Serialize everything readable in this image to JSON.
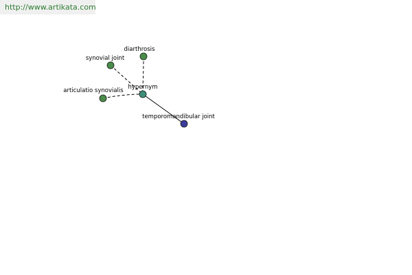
{
  "banner": {
    "url": "http://www.artikata.com"
  },
  "colors": {
    "banner_bg": "#f0f0f0",
    "url_text": "#2e7d32",
    "related_node": "#4a8c4a",
    "hub_node": "#3f8f7a",
    "focus_node": "#3a3d9a",
    "edge": "#000000"
  },
  "graph": {
    "nodes": [
      {
        "id": "diarthrosis",
        "label": "diarthrosis",
        "role": "related"
      },
      {
        "id": "synovial-joint",
        "label": "synovial joint",
        "role": "related"
      },
      {
        "id": "articulatio-synovialis",
        "label": "articulatio synovialis",
        "role": "related"
      },
      {
        "id": "hypernym",
        "label": "hypernym",
        "role": "hub"
      },
      {
        "id": "temporomandibular-joint",
        "label": "temporomandibular joint",
        "role": "focus"
      }
    ],
    "edges": [
      {
        "from": "diarthrosis",
        "to": "hypernym",
        "style": "dashed"
      },
      {
        "from": "synovial-joint",
        "to": "hypernym",
        "style": "dashed"
      },
      {
        "from": "articulatio-synovialis",
        "to": "hypernym",
        "style": "dashed"
      },
      {
        "from": "hypernym",
        "to": "temporomandibular-joint",
        "style": "solid"
      }
    ]
  }
}
